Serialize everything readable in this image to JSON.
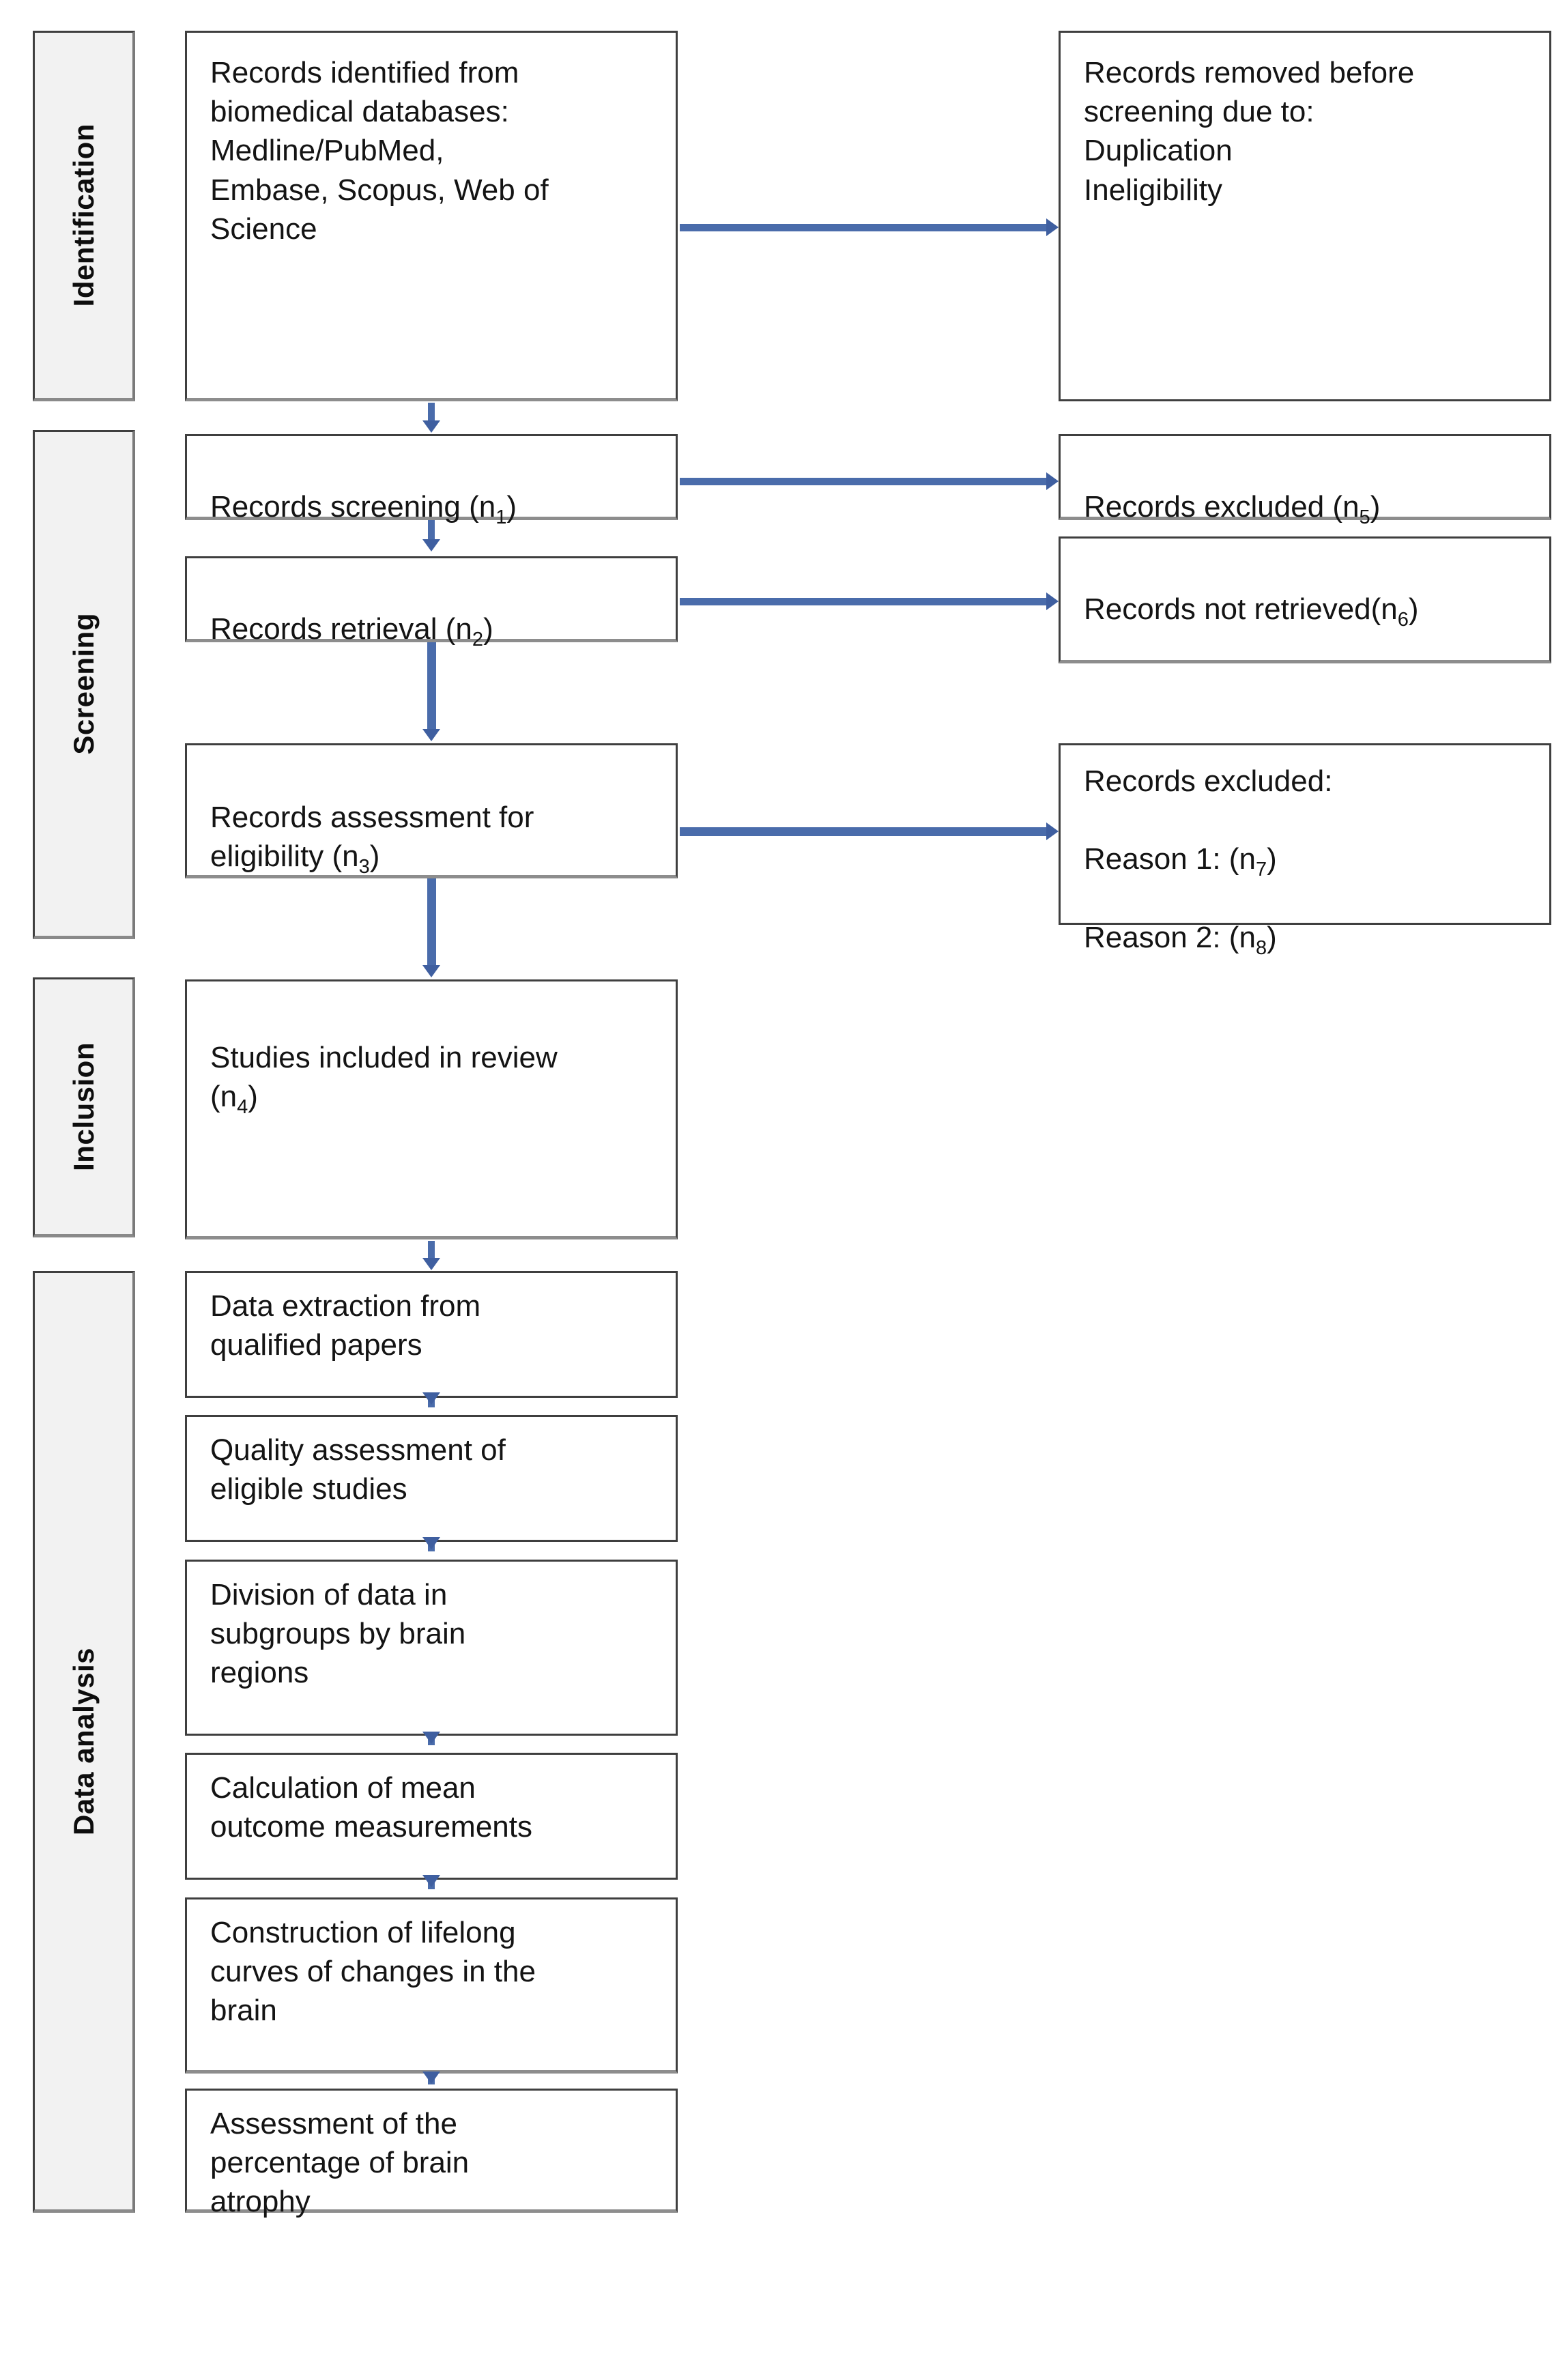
{
  "figure": {
    "kind": "prisma-flow-diagram",
    "accent_color": "#4a6cab",
    "box_border_color": "#3f3f3f",
    "stage_bar_fill": "#f2f2f2"
  },
  "stages": [
    {
      "id": "identification",
      "label": "Identification"
    },
    {
      "id": "screening",
      "label": "Screening"
    },
    {
      "id": "inclusion",
      "label": "Inclusion"
    },
    {
      "id": "data_analysis",
      "label": "Data analysis"
    }
  ],
  "nodes": {
    "identified": {
      "line1": "Records identified from",
      "line2": "biomedical databases:",
      "line3": "Medline/PubMed,",
      "line4": "Embase, Scopus, Web of",
      "line5": "Science"
    },
    "removed_before_screening": {
      "line1": "Records removed before",
      "line2": "screening due to:",
      "line3": "Duplication",
      "line4": "Ineligibility"
    },
    "records_screening": {
      "prefix": "Records screening (n",
      "sub": "1",
      "suffix": ")"
    },
    "records_excluded_n5": {
      "prefix": "Records excluded (n",
      "sub": "5",
      "suffix": ")"
    },
    "records_retrieval": {
      "prefix": "Records retrieval (n",
      "sub": "2",
      "suffix": ")"
    },
    "records_not_retrieved_n6": {
      "prefix": "Records not retrieved(n",
      "sub": "6",
      "suffix": ")"
    },
    "records_assessment": {
      "prefix": "Records assessment for\neligibility (n",
      "sub": "3",
      "suffix": ")"
    },
    "records_excluded_reasons": {
      "title": "Records excluded:",
      "reason1_prefix": "Reason 1: (n",
      "reason1_sub": "7",
      "reason1_suffix": ")",
      "reason2_prefix": "Reason 2: (n",
      "reason2_sub": "8",
      "reason2_suffix": ")"
    },
    "studies_included": {
      "prefix": "Studies included in review\n(n",
      "sub": "4",
      "suffix": ")"
    },
    "data_extraction": {
      "text": "Data extraction from\nqualified papers"
    },
    "quality_assessment": {
      "text": "Quality assessment of\neligible studies"
    },
    "division_subgroups": {
      "text": "Division of data in\nsubgroups by brain\nregions"
    },
    "calculation_mean": {
      "text": "Calculation of mean\noutcome measurements"
    },
    "construction_curves": {
      "text": "Construction of lifelong\ncurves of changes in the\nbrain"
    },
    "assessment_atrophy": {
      "text": "Assessment of the\npercentage of brain\natrophy"
    }
  }
}
